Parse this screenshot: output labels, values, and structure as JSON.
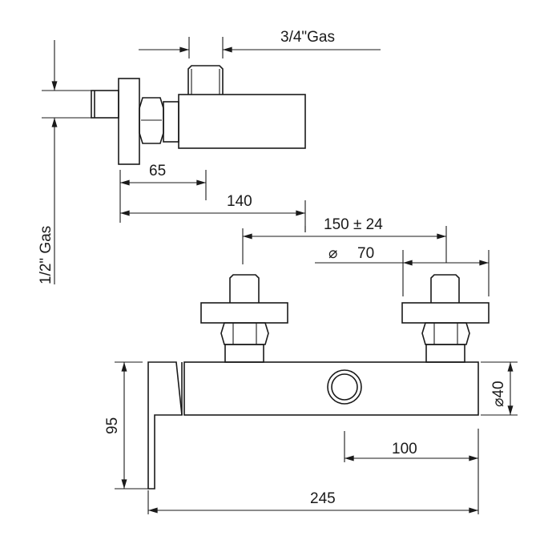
{
  "drawing": {
    "top_view": {
      "outlet_thread": "3/4\"Gas",
      "inlet_thread": "1/2\" Gas",
      "dim_wall_to_valve": "65",
      "dim_depth": "140"
    },
    "front_view": {
      "dim_centers": "150 ± 24",
      "dim_flange_diameter": "70",
      "diameter_symbol": "⌀",
      "dim_body_diameter": "⌀40",
      "dim_height": "95",
      "dim_outlet_offset": "100",
      "dim_length": "245"
    }
  }
}
